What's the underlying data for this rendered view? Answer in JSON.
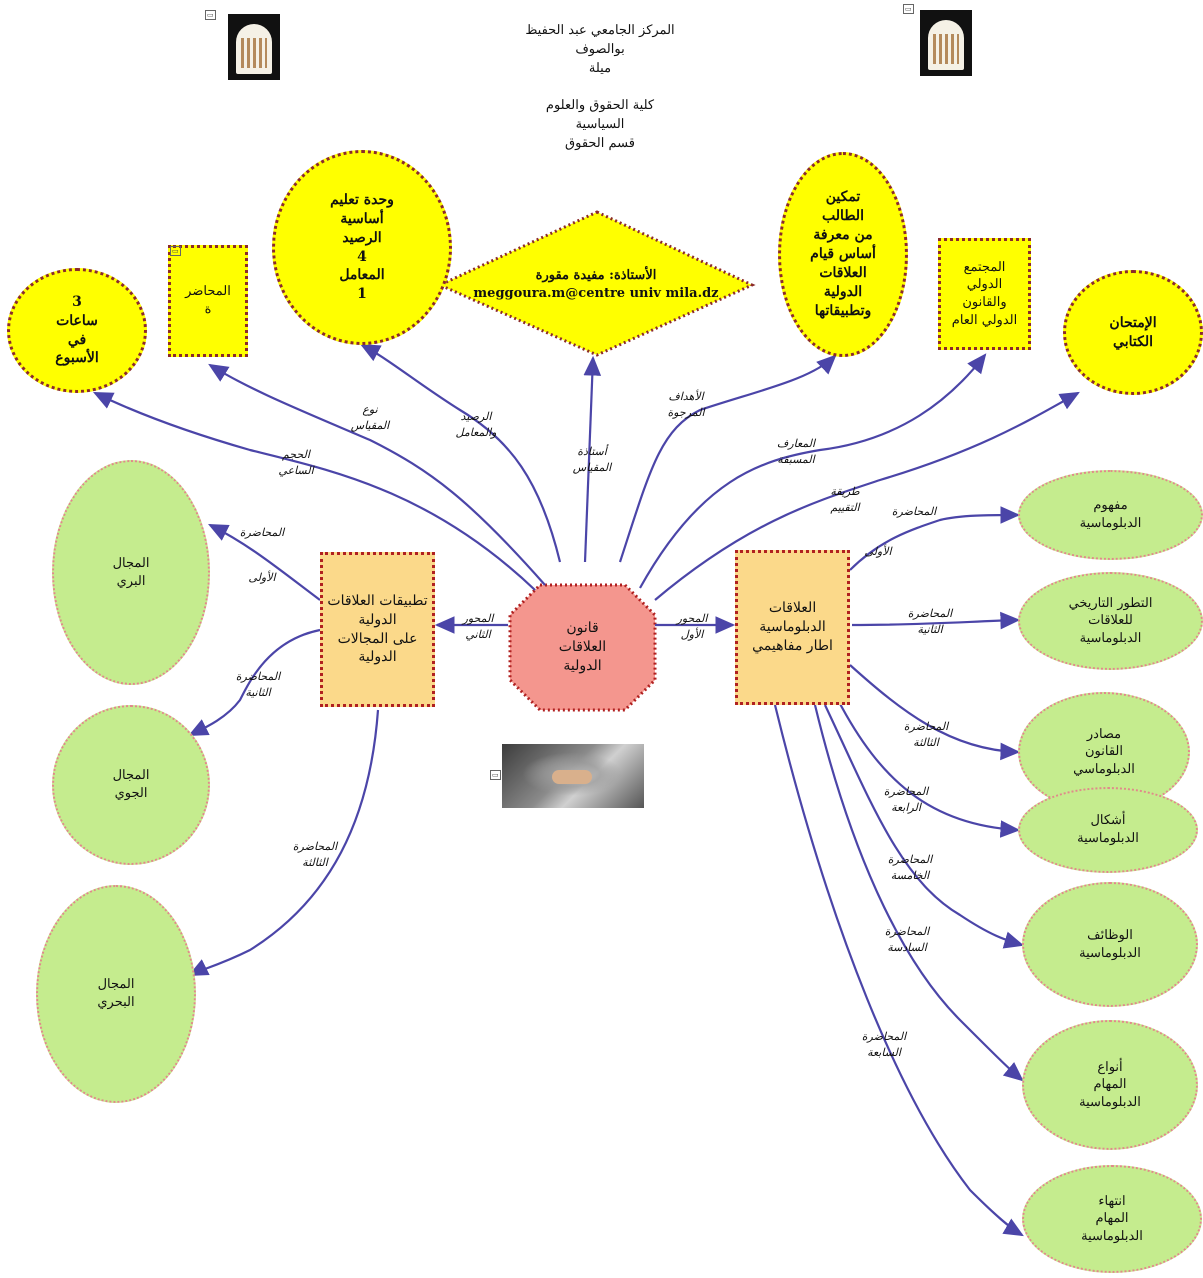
{
  "header": {
    "lines": [
      "المركز الجامعي عبد الحفيظ",
      "بوالصوف",
      "ميلة",
      "",
      "كلية الحقوق والعلوم",
      "السياسية",
      "قسم الحقوق"
    ]
  },
  "center": {
    "lines": [
      "قانون",
      "العلاقات",
      "الدولية"
    ]
  },
  "top_nodes": {
    "hours": {
      "lines": [
        "3",
        "ساعات",
        "في",
        "الأسبوع"
      ]
    },
    "type": {
      "lines": [
        "المحاضر",
        "ة"
      ]
    },
    "unit": {
      "lines": [
        "وحدة  تعليم",
        "أساسية",
        "الرصيد",
        "4",
        "المعامل",
        "1"
      ]
    },
    "teacher": {
      "lines": [
        "الأستاذة: مفيدة مقورة",
        "meggoura.m@centre univ mila.dz"
      ]
    },
    "objectives": {
      "lines": [
        "تمكين",
        "الطالب",
        "من معرفة",
        "أساس قيام",
        "العلاقات",
        "الدولية",
        "وتطبيقاتها"
      ]
    },
    "prereq": {
      "lines": [
        "المجتمع",
        "الدولي",
        "والقانون",
        "الدولي العام"
      ]
    },
    "exam": {
      "lines": [
        "الإمتحان",
        "الكتابي"
      ]
    }
  },
  "axis1": {
    "lines": [
      "العلاقات",
      "الدبلوماسية",
      "اطار مفاهيمي"
    ]
  },
  "axis2": {
    "lines": [
      "تطبيقات العلاقات",
      "الدولية",
      "على المجالات",
      "الدولية"
    ]
  },
  "right_nodes": [
    {
      "lines": [
        "مفهوم",
        "الدبلوماسية"
      ]
    },
    {
      "lines": [
        "التطور التاريخي",
        "للعلاقات",
        "الدبلوماسية"
      ]
    },
    {
      "lines": [
        "مصادر",
        "القانون",
        "الدبلوماسي"
      ]
    },
    {
      "lines": [
        "أشكال",
        "الدبلوماسية"
      ]
    },
    {
      "lines": [
        "الوظائف",
        "الدبلوماسية"
      ]
    },
    {
      "lines": [
        "أنواع",
        "المهام",
        "الدبلوماسية"
      ]
    },
    {
      "lines": [
        "انتهاء",
        "المهام",
        "الدبلوماسية"
      ]
    }
  ],
  "left_nodes": [
    {
      "lines": [
        "المجال",
        "البري"
      ]
    },
    {
      "lines": [
        "المجال",
        "الجوي"
      ]
    },
    {
      "lines": [
        "المجال",
        "البحري"
      ]
    }
  ],
  "edge_labels": {
    "hours": [
      "الحجم",
      "الساعي"
    ],
    "type": [
      "نوع",
      "المقياس"
    ],
    "unit": [
      "الرصيد",
      "والمعامل"
    ],
    "teacher": [
      "أستاذة",
      "المقياس"
    ],
    "objectives": [
      "الأهداف",
      "المرجوة"
    ],
    "prereq": [
      "المعارف",
      "المسبقة"
    ],
    "exam": [
      "طريقة",
      "التقييم"
    ],
    "axis1": [
      "المحور",
      "الأول"
    ],
    "axis2": [
      "المحور",
      "الثاني"
    ],
    "r1a": [
      "المحاضرة"
    ],
    "r1b": [
      "الأولى"
    ],
    "r2": [
      "المحاضرة",
      "الثانية"
    ],
    "r3": [
      "المحاضرة",
      "الثالثة"
    ],
    "r4": [
      "المحاضرة",
      "الرابعة"
    ],
    "r5": [
      "المحاضرة",
      "الخامسة"
    ],
    "r6": [
      "المحاضرة",
      "السادسة"
    ],
    "r7": [
      "المحاضرة",
      "السابعة"
    ],
    "l1a": [
      "المحاضرة"
    ],
    "l1b": [
      "الأولى"
    ],
    "l2": [
      "المحاضرة",
      "الثانية"
    ],
    "l3": [
      "المحاضرة",
      "الثالثة"
    ]
  },
  "colors": {
    "edge": "#4b45a8",
    "yellow": "#ffff00",
    "green": "#c5ec8e",
    "orange": "#fbd98a",
    "center": "#f4968e"
  }
}
